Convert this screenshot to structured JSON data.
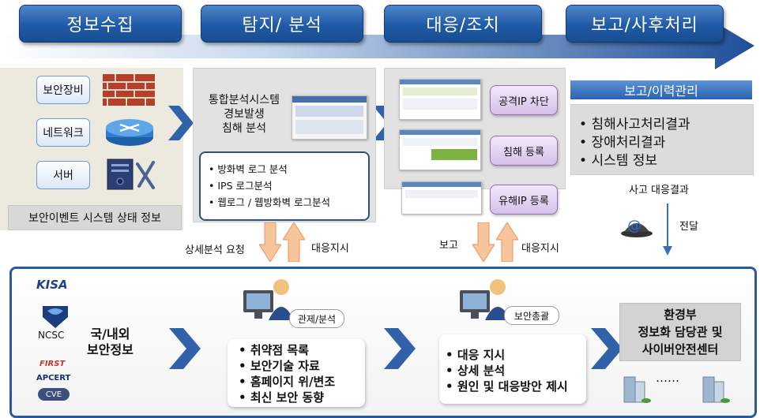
{
  "stages": [
    "정보수집",
    "탐지/ 분석",
    "대응/조치",
    "보고/사후처리"
  ],
  "collect": {
    "sources": [
      "보안장비",
      "네트워크",
      "서버"
    ],
    "caption": "보안이벤트 시스템 상태 정보"
  },
  "analysis": {
    "lines": [
      "통합분석시스템",
      "경보발생",
      "침해 분석"
    ],
    "items": [
      "방화벽 로그 분석",
      "IPS 로그분석",
      "웹로그 / 웹방화벽 로그분석"
    ]
  },
  "response": {
    "actions": [
      "공격IP 차단",
      "침해 등록",
      "유해IP 등록"
    ]
  },
  "report": {
    "title": "보고/이력관리",
    "items": [
      "침해사고처리결과",
      "장애처리결과",
      "시스템 정보"
    ],
    "result_label": "사고 대응결과",
    "deliver_label": "전달"
  },
  "mid_labels": {
    "detail_request": "상세분석 요청",
    "instruct_left": "대응지시",
    "report": "보고",
    "instruct_right": "대응지시"
  },
  "bottom": {
    "orgs": [
      "NCSC"
    ],
    "security_info": [
      "국/내외",
      "보안정보"
    ],
    "roles": [
      "관제/분석",
      "보안총괄"
    ],
    "control_items": [
      "취약점 목록",
      "보안기술 자료",
      "홈페이지 위/변조",
      "최신 보안 동향"
    ],
    "chief_items": [
      "대응 지시",
      "상세 분석",
      "원인 및 대응방안 제시"
    ],
    "ministry": [
      "환경부",
      "정보화 담당관 및",
      "사이버안전센터"
    ],
    "ellipsis": "……"
  },
  "colors": {
    "stage_blue": "#1f5aa6",
    "arrow_blue": "#1f4f99",
    "band": "#eceade",
    "bottom_frame": "#2a5a9c"
  }
}
